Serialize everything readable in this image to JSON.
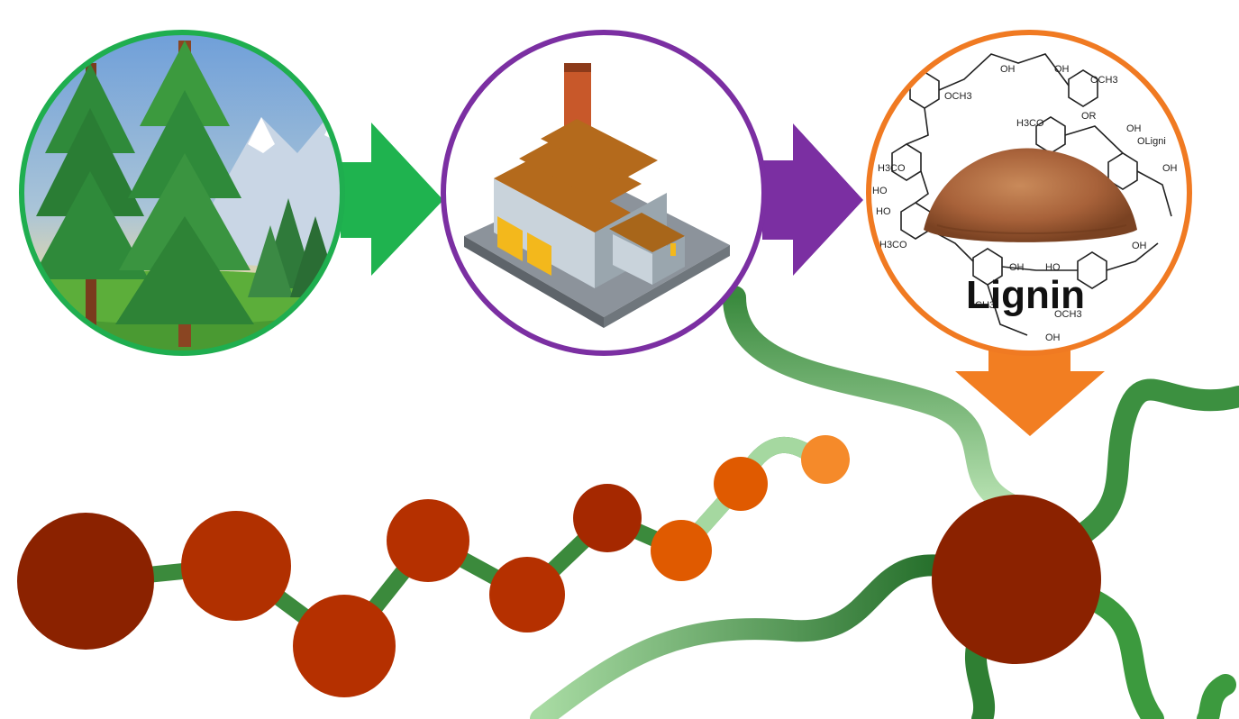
{
  "diagram": {
    "stages": [
      {
        "id": "forest",
        "icon": "forest-icon",
        "border_color": "#1fae4f"
      },
      {
        "id": "factory",
        "icon": "factory-icon",
        "border_color": "#7b2fa2"
      },
      {
        "id": "lignin",
        "icon": "lignin-powder-icon",
        "border_color": "#f07a22",
        "label": "Lignin"
      }
    ],
    "arrows": [
      {
        "from": "forest",
        "to": "factory",
        "color": "#1fb34f"
      },
      {
        "from": "factory",
        "to": "lignin",
        "color": "#7b2fa2"
      },
      {
        "from": "lignin",
        "to": "polymer",
        "color": "#f27e22"
      }
    ],
    "lignin_structure_labels": [
      "OCH3",
      "OH",
      "H3CO",
      "OR",
      "OLigni",
      "OH",
      "H3CO",
      "HO",
      "HO",
      "H3CO",
      "OCH3",
      "OH",
      "HO",
      "OH",
      "OH",
      "OH",
      "CH3",
      "OCH3",
      "OH"
    ],
    "colors": {
      "bead_dark": "#8b2200",
      "bead_mid": "#b53000",
      "bead_light": "#e05a00",
      "bead_pale": "#f58a2a",
      "chain_dark": "#2e7d32",
      "chain_light": "#9ed69b"
    }
  }
}
